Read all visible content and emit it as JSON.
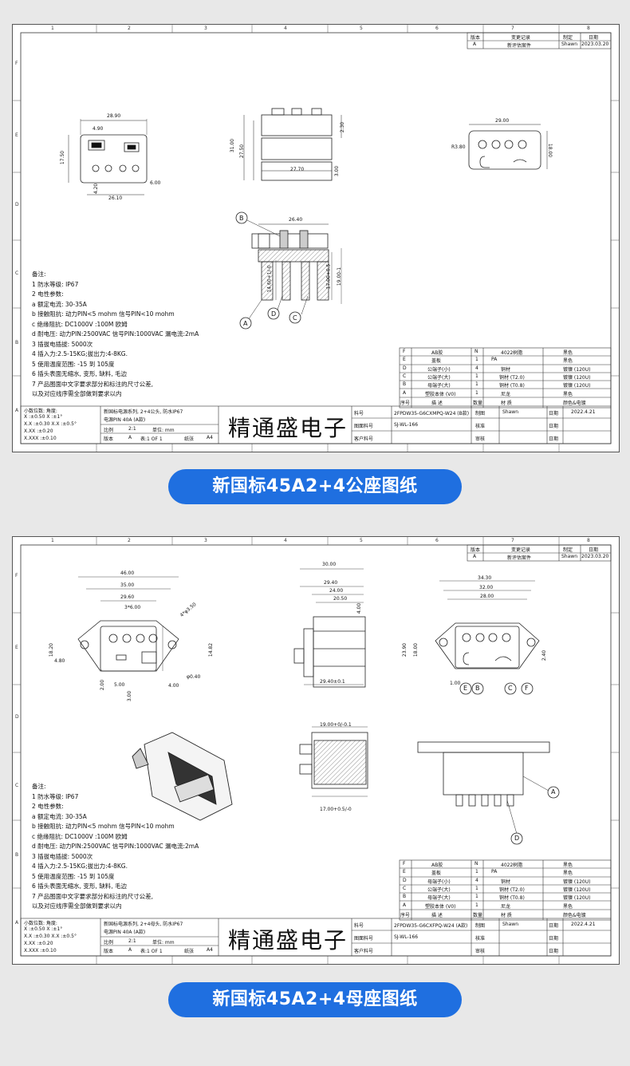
{
  "sheets": [
    {
      "caption": "新国标45A2+4公座图纸",
      "revision": {
        "headers": [
          "版本",
          "变更记录",
          "制定",
          "日期"
        ],
        "row": [
          "A",
          "新评估案件",
          "Shawn",
          "2023.03.20"
        ]
      },
      "dims": {
        "d1": "28.90",
        "d2": "4.90",
        "d3": "17.50",
        "d4": "26.10",
        "d5": "6.00",
        "d6": "4.20",
        "d7": "31.00",
        "d8": "27.50",
        "d9": "2.30",
        "d10": "27.70",
        "d11": "3.00",
        "d12": "29.00",
        "d13": "R3.80",
        "d14": "18.00",
        "d15": "26.40",
        "d16": "14.60+1/-0",
        "d17": "17.00+0.5",
        "d18": "19.00-1"
      },
      "callouts": [
        "B",
        "A",
        "D",
        "C"
      ],
      "notes": [
        "备注:",
        "1   防水等级:     IP67",
        "2   电性参数:",
        "   a  额定电流:      30-35A",
        "   b  接触阻抗:   动力PIN<5 mohm  信号PIN<10 mohm",
        "   c  绝缘阻抗:     DC1000V   :100M  欧姆",
        "   d  耐电压:   动力PIN:2500VAC   信号PIN:1000VAC   漏电流:2mA",
        "3   插拔电插拔:  5000次",
        "4   插入力:2.5-15KG;拔出力:4-8KG.",
        "5   使用温度范围: -15  到  105度",
        "6   插头表面无缩水, 变形, 缺料, 毛边",
        "7   产品图面中文字要求部分和标注的尺寸公差,",
        "     以及对应线序需全部做到要求以内"
      ],
      "bom": [
        [
          "F",
          "AB胶",
          "N",
          "4022树脂",
          "黑色"
        ],
        [
          "E",
          "盖板",
          "1",
          "PA",
          "黑色"
        ],
        [
          "D",
          "公端子(小)",
          "4",
          "铜材",
          "镀镍 (120U)"
        ],
        [
          "C",
          "公端子(大)",
          "1",
          "铜材 (T2.0)",
          "镀镍 (120U)"
        ],
        [
          "B",
          "母端子(大)",
          "1",
          "铜材 (T0.8)",
          "镀镍 (120U)"
        ],
        [
          "A",
          "塑胶本体 (V0)",
          "1",
          "尼龙",
          "黑色"
        ],
        [
          "序号",
          "描  述",
          "数量",
          "材  质",
          "颜色&电镀"
        ]
      ],
      "title_block": {
        "tolerance_title": "小数位数:        角度:",
        "tol": [
          "X       :±0.50   X      :±1°",
          "X.X     :±0.30   X.X  :±0.5°",
          "X.XX    :±0.20",
          "X.XXX  :±0.10"
        ],
        "desc": "新国标电源系列, 2+4公头, 防水IP67",
        "desc2": "电源PIN 40A (A款)",
        "scale_label": "比例",
        "scale": "2:1",
        "unit": "单位: mm",
        "version_label": "版本",
        "version": "A",
        "sheet": "表:1 OF 1",
        "paper_label": "纸张",
        "paper": "A4",
        "brand": "精通盛电子",
        "part_label": "料号",
        "part": "2FPDW35-G6CXMPQ-W24 (B款)",
        "drawing_label": "图面料号",
        "drawing": "SJ-WL-166",
        "customer_label": "客户料号",
        "drafter_label": "制图",
        "drafter": "Shawn",
        "check_label": "核准",
        "review_label": "审核",
        "date_label": "日期",
        "date": "2022.4.21"
      }
    },
    {
      "caption": "新国标45A2+4母座图纸",
      "revision": {
        "headers": [
          "版本",
          "变更记录",
          "制定",
          "日期"
        ],
        "row": [
          "A",
          "新评估案件",
          "Shawn",
          "2023.03.20"
        ]
      },
      "dims": {
        "d1": "46.00",
        "d2": "35.00",
        "d3": "29.60",
        "d4": "3*6.00",
        "d5": "4*φ3.50",
        "d6": "18.20",
        "d7": "14.82",
        "d8": "4.80",
        "d9": "2.00",
        "d10": "5.00",
        "d11": "3.00",
        "d12": "4.00",
        "d13": "φ0.40",
        "d14": "30.00",
        "d15": "29.40",
        "d16": "24.00",
        "d17": "20.50",
        "d18": "4.00",
        "d19": "23.90",
        "d20": "29.40±0.1",
        "d21": "34.30",
        "d22": "32.00",
        "d23": "28.00",
        "d24": "18.00",
        "d25": "2.40",
        "d26": "1.00",
        "d27": "19.00+0/-0.1",
        "d28": "17.00+0.5/-0"
      },
      "callouts": [
        "E",
        "B",
        "C",
        "F",
        "A",
        "D"
      ],
      "notes": [
        "备注:",
        "1   防水等级:     IP67",
        "2   电性参数:",
        "   a  额定电流:      30-35A",
        "   b  接触阻抗:   动力PIN<5 mohm  信号PIN<10 mohm",
        "   c  绝缘阻抗:     DC1000V   :100M  欧姆",
        "   d  耐电压:   动力PIN:2500VAC   信号PIN:1000VAC   漏电流:2mA",
        "3   插拔电插拔:  5000次",
        "4   插入力:2.5-15KG;拔出力:4-8KG.",
        "5   使用温度范围: -15  到  105度",
        "6   插头表面无缩水, 变形, 缺料, 毛边",
        "7   产品图面中文字要求部分和标注的尺寸公差,",
        "     以及对应线序需全部做到要求以内"
      ],
      "bom": [
        [
          "F",
          "AB胶",
          "N",
          "4022树脂",
          "黑色"
        ],
        [
          "E",
          "盖板",
          "1",
          "PA",
          "黑色"
        ],
        [
          "D",
          "母端子(小)",
          "4",
          "铜材",
          "镀镍 (120U)"
        ],
        [
          "C",
          "公端子(大)",
          "1",
          "铜材 (T2.0)",
          "镀镍 (120U)"
        ],
        [
          "B",
          "母端子(大)",
          "1",
          "铜材 (T0.8)",
          "镀镍 (120U)"
        ],
        [
          "A",
          "塑胶本体 (V0)",
          "1",
          "尼龙",
          "黑色"
        ],
        [
          "序号",
          "描  述",
          "数量",
          "材  质",
          "颜色&电镀"
        ]
      ],
      "title_block": {
        "tolerance_title": "小数位数:        角度:",
        "tol": [
          "X       :±0.50   X      :±1°",
          "X.X     :±0.30   X.X  :±0.5°",
          "X.XX    :±0.20",
          "X.XXX  :±0.10"
        ],
        "desc": "新国标电源系列, 2+4母头, 防水IP67",
        "desc2": "电源PIN 40A (A款)",
        "scale_label": "比例",
        "scale": "2:1",
        "unit": "单位: mm",
        "version_label": "版本",
        "version": "A",
        "sheet": "表:1 OF 1",
        "paper_label": "纸张",
        "paper": "A4",
        "brand": "精通盛电子",
        "part_label": "料号",
        "part": "2FPDW35-G6CXFPQ-W24 (A款)",
        "drawing_label": "图面料号",
        "drawing": "SJ-WL-166",
        "customer_label": "客户料号",
        "drafter_label": "制图",
        "drafter": "Shawn",
        "check_label": "核准",
        "review_label": "审核",
        "date_label": "日期",
        "date": "2022.4.21"
      }
    }
  ],
  "grid": {
    "cols": [
      "1",
      "2",
      "3",
      "4",
      "5",
      "6",
      "7",
      "8"
    ],
    "rows": [
      "F",
      "E",
      "D",
      "C",
      "B",
      "A"
    ]
  }
}
